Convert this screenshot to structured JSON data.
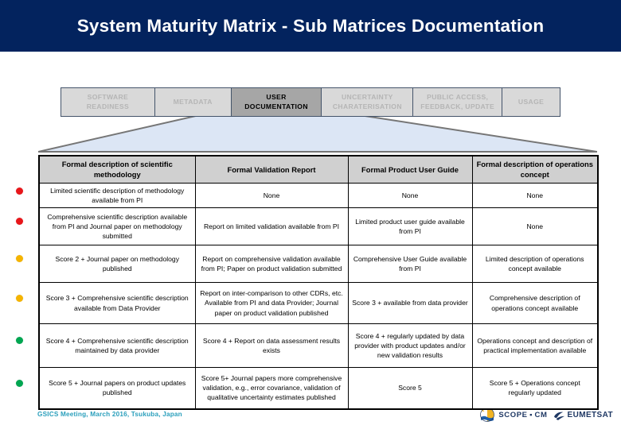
{
  "header": {
    "title": "System Maturity Matrix - Sub Matrices Documentation",
    "bg_color": "#03235e",
    "text_color": "#ffffff"
  },
  "tabs": {
    "active_index": 2,
    "inactive_bg": "#d9d9d9",
    "active_bg": "#a6a6a6",
    "inactive_text_color": "#b5b5b5",
    "active_text_color": "#000000",
    "items": [
      {
        "label": "SOFTWARE READINESS",
        "line1": "SOFTWARE",
        "line2": "READINESS"
      },
      {
        "label": "METADATA",
        "line1": "METADATA",
        "line2": ""
      },
      {
        "label": "USER DOCUMENTATION",
        "line1": "USER",
        "line2": "DOCUMENTATION"
      },
      {
        "label": "UNCERTAINTY CHARATERISATION",
        "line1": "UNCERTAINTY",
        "line2": "CHARATERISATION"
      },
      {
        "label": "PUBLIC ACCESS, FEEDBACK, UPDATE",
        "line1": "PUBLIC ACCESS,",
        "line2": "FEEDBACK, UPDATE"
      },
      {
        "label": "USAGE",
        "line1": "USAGE",
        "line2": ""
      }
    ]
  },
  "funnel": {
    "fill_color": "#dce6f5",
    "stroke_color": "#767676"
  },
  "matrix": {
    "headers": [
      "Formal description of scientific methodology",
      "Formal Validation Report",
      "Formal Product User Guide",
      "Formal description of operations concept"
    ],
    "score_markers": [
      {
        "score": 1,
        "color": "#e8161a"
      },
      {
        "score": 2,
        "color": "#e8161a"
      },
      {
        "score": 3,
        "color": "#f5b400"
      },
      {
        "score": 4,
        "color": "#f5b400"
      },
      {
        "score": 5,
        "color": "#00a651"
      },
      {
        "score": 6,
        "color": "#00a651"
      }
    ],
    "rows": [
      [
        "Limited scientific description of methodology available from PI",
        "None",
        "None",
        "None"
      ],
      [
        "Comprehensive scientific description available from PI and Journal paper on methodology submitted",
        "Report on limited validation available from PI",
        "Limited product user guide available  from PI",
        "None"
      ],
      [
        "Score 2 + Journal paper on methodology published",
        "Report on comprehensive validation available from PI; Paper on product validation submitted",
        "Comprehensive User Guide available from PI",
        "Limited description of operations concept available"
      ],
      [
        "Score 3 + Comprehensive scientific description available from Data Provider",
        "Report on inter-comparison to other CDRs, etc. Available from PI and data Provider; Journal paper on product validation published",
        "Score 3 + available from data provider",
        "Comprehensive description of operations concept available"
      ],
      [
        "Score 4 +  Comprehensive scientific description maintained by data provider",
        "Score 4 + Report on data assessment results exists",
        "Score 4 + regularly updated by data provider with product updates and/or new validation results",
        "Operations concept and description of practical implementation available"
      ],
      [
        "Score 5 + Journal papers on product updates published",
        "Score 5+ Journal papers more comprehensive validation, e.g., error covariance, validation of qualitative uncertainty estimates  published",
        "Score 5",
        "Score 5 + Operations concept regularly updated"
      ]
    ]
  },
  "footer": {
    "meeting_text": "GSICS Meeting, March 2016, Tsukuba, Japan",
    "meeting_color": "#2a9fbc",
    "logos": [
      {
        "name": "scope-cm",
        "text": "SCOPE ▪ CM"
      },
      {
        "name": "eumetsat",
        "text": "EUMETSAT"
      }
    ]
  }
}
